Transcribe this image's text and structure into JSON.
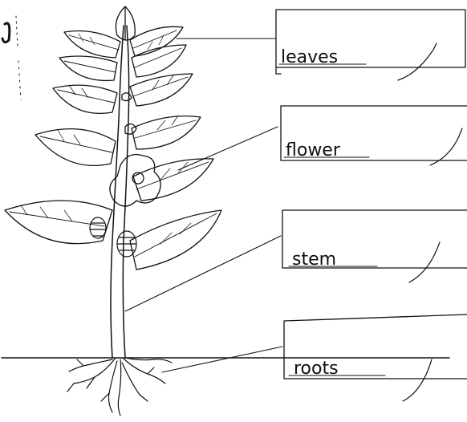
{
  "diagram": {
    "labels": [
      {
        "id": "leaves",
        "text": "leaves",
        "graded": true
      },
      {
        "id": "flower",
        "text": "flower",
        "graded": true
      },
      {
        "id": "stem",
        "text": "stem",
        "graded": true
      },
      {
        "id": "roots",
        "text": "roots",
        "graded": true
      }
    ]
  }
}
